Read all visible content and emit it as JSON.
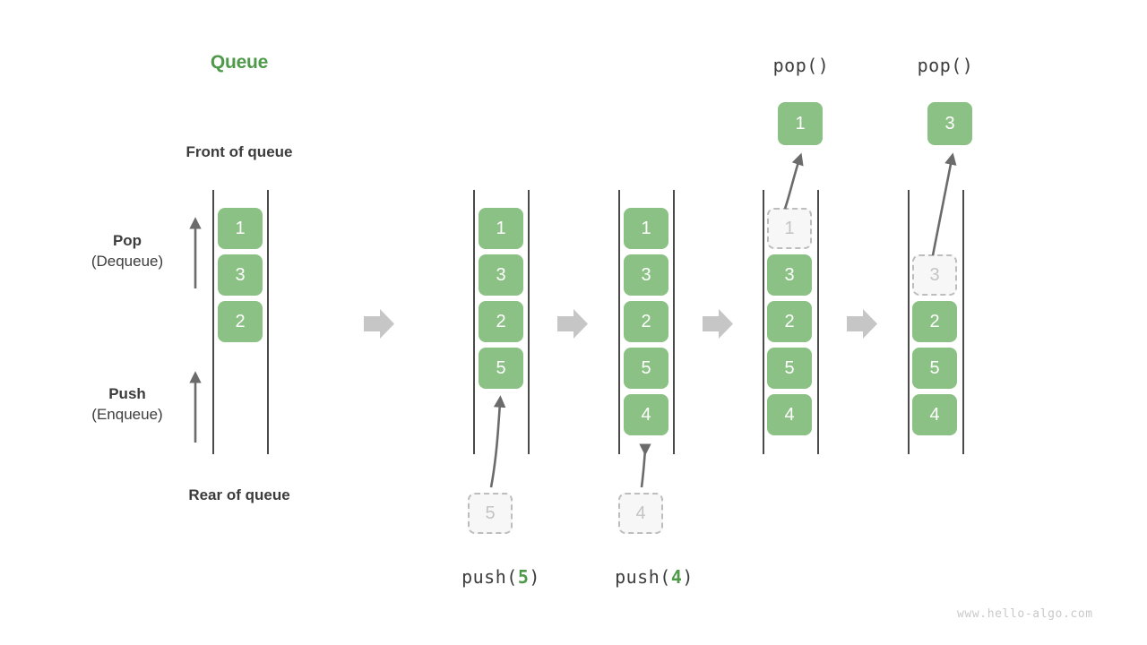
{
  "title": "Queue",
  "labels": {
    "front": "Front of queue",
    "rear": "Rear of queue",
    "pop_main": "Pop",
    "pop_sub": "(Dequeue)",
    "push_main": "Push",
    "push_sub": "(Enqueue)"
  },
  "watermark": "www.hello-algo.com",
  "colors": {
    "accent_green": "#4e9a4a",
    "cell_green": "#8cc185",
    "ghost_border": "#bdbdbd",
    "ghost_fill": "#f7f7f7",
    "ghost_text": "#c4c4c4",
    "rail": "#4a4a4a",
    "arrow_gray": "#6b6b6b",
    "step_arrow": "#c6c6c6",
    "text": "#3c3c3c",
    "watermark": "#c9c9c9"
  },
  "stages": [
    {
      "id": "initial",
      "caption": "",
      "cells": [
        "1",
        "3",
        "2"
      ],
      "ghost_in_column": null,
      "incoming_ghost": null,
      "popped": null,
      "pop_label": ""
    },
    {
      "id": "push-5",
      "caption": "push(5)",
      "caption_fn": "push",
      "caption_arg": "5",
      "cells": [
        "1",
        "3",
        "2",
        "5"
      ],
      "incoming_ghost": "5",
      "popped": null,
      "pop_label": ""
    },
    {
      "id": "push-4",
      "caption": "push(4)",
      "caption_fn": "push",
      "caption_arg": "4",
      "cells": [
        "1",
        "3",
        "2",
        "5",
        "4"
      ],
      "incoming_ghost": "4",
      "popped": null,
      "pop_label": ""
    },
    {
      "id": "pop-1",
      "caption": "",
      "cells": [
        "3",
        "2",
        "5",
        "4"
      ],
      "ghost_in_column": "1",
      "ghost_slot_index": 0,
      "popped": "1",
      "pop_label": "pop()"
    },
    {
      "id": "pop-3",
      "caption": "",
      "cells": [
        "2",
        "5",
        "4"
      ],
      "ghost_in_column": "3",
      "ghost_slot_index": 1,
      "popped": "3",
      "pop_label": "pop()"
    }
  ],
  "step_arrows": [
    "step-arrow-1",
    "step-arrow-2",
    "step-arrow-3",
    "step-arrow-4"
  ],
  "direction_arrows": {
    "pop_arrow": "pop-direction-arrow",
    "push_arrow": "push-direction-arrow"
  }
}
